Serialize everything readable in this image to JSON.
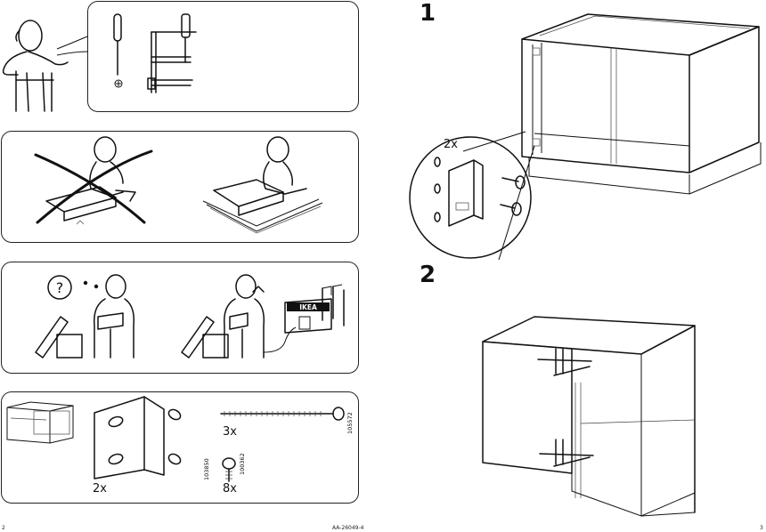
{
  "panels": {
    "tools": {},
    "care": {},
    "help": {
      "question_mark": "?",
      "store_sign": "IKEA"
    },
    "parts": {
      "screw_long_qty": "3x",
      "screw_long_code": "105572",
      "bracket_qty": "2x",
      "bracket_code": "103850",
      "screw_small_qty": "8x",
      "screw_small_code": "100362"
    }
  },
  "steps": [
    {
      "number": "1",
      "callout_qty": "2x"
    },
    {
      "number": "2"
    }
  ],
  "footer": {
    "left_page": "2",
    "doc_code": "AA-26049-4",
    "right_page": "3"
  }
}
